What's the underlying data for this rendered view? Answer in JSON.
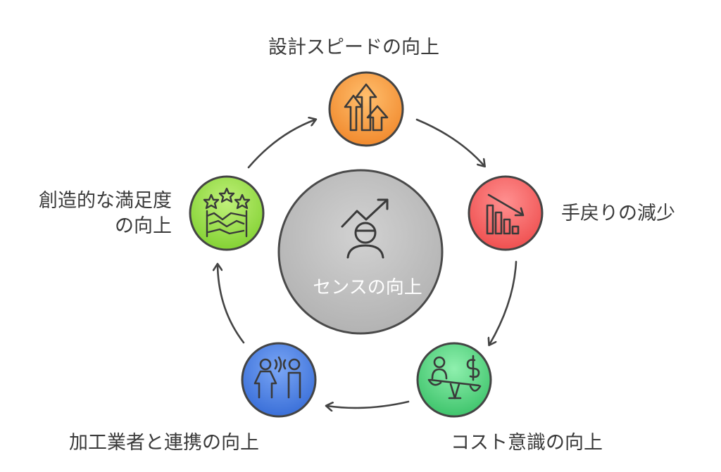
{
  "diagram": {
    "center": {
      "label": "センスの向上",
      "icon": "person-trend-icon",
      "color": "#c4c4c4"
    },
    "nodes": [
      {
        "id": "design-speed",
        "label": "設計スピードの向上",
        "icon": "arrows-up-icon",
        "color": "#f5a04a"
      },
      {
        "id": "rework-reduction",
        "label": "手戻りの減少",
        "icon": "declining-bars-icon",
        "color": "#f26a6a"
      },
      {
        "id": "cost-awareness",
        "label": "コスト意識の向上",
        "icon": "balance-scale-icon",
        "color": "#5fd68a"
      },
      {
        "id": "supplier-collab",
        "label": "加工業者と連携の向上",
        "icon": "two-people-talking-icon",
        "color": "#4b7fe0"
      },
      {
        "id": "creative-satisfaction",
        "label_lines": [
          "創造的な満足度",
          "の向上"
        ],
        "icon": "stars-handshake-icon",
        "color": "#9ee04a"
      }
    ]
  }
}
